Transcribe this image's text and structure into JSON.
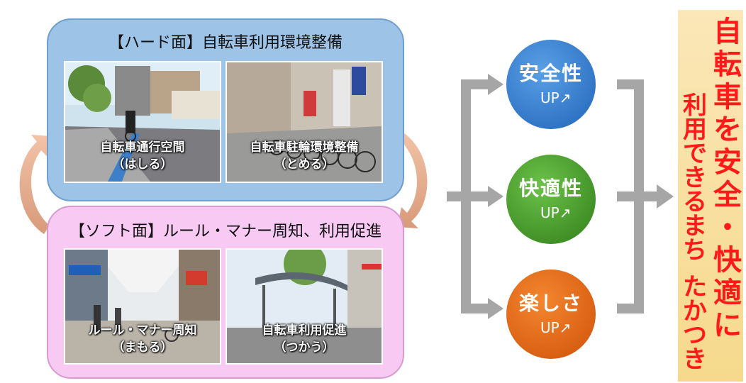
{
  "hard": {
    "title": "【ハード面】自転車利用環境整備",
    "photo1": {
      "line1": "自転車通行空間",
      "line2": "（はしる）"
    },
    "photo2": {
      "line1": "自転車駐輪環境整備",
      "line2": "（とめる）"
    }
  },
  "soft": {
    "title": "【ソフト面】ルール・マナー周知、利用促進",
    "photo1": {
      "line1": "ルール・マナー周知",
      "line2": "（まもる）"
    },
    "photo2": {
      "line1": "自転車利用促進",
      "line2": "（つかう）"
    }
  },
  "outcomes": [
    {
      "label": "安全性",
      "up": "UP↗",
      "color": "#3f86d6"
    },
    {
      "label": "快適性",
      "up": "UP↗",
      "color": "#52a535"
    },
    {
      "label": "楽しさ",
      "up": "UP↗",
      "color": "#e8701f"
    }
  ],
  "banner": {
    "col1": [
      "自",
      "転",
      "車",
      "を",
      "安",
      "全",
      "・",
      "快",
      "適",
      "に"
    ],
    "col2": [
      "利",
      "用",
      "で",
      "き",
      "る",
      "ま",
      "ち",
      " ",
      "た",
      "か",
      "つ",
      "き"
    ]
  },
  "colors": {
    "hard_bg": "#9dc3e6",
    "soft_bg": "#f7c9f3",
    "arrow": "#a6a6a6",
    "cycle_arrow": "#e8a88a",
    "banner_text": "#ff1a1a"
  }
}
